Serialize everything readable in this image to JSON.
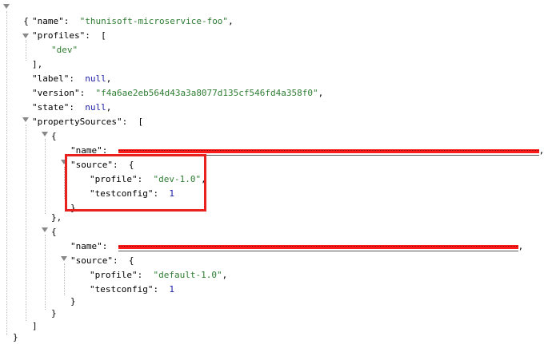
{
  "json": {
    "open_brace": "{",
    "close_brace": "}",
    "name_key": "\"name\"",
    "name_value": "\"thunisoft-microservice-foo\"",
    "profiles_key": "\"profiles\"",
    "profiles_open": "[",
    "profiles_item": "\"dev\"",
    "profiles_close": "],",
    "label_key": "\"label\"",
    "label_value": "null",
    "version_key": "\"version\"",
    "version_value": "\"f4a6ae2eb564d43a3a8077d135cf546fd4a358f0\"",
    "state_key": "\"state\"",
    "state_value": "null",
    "propertySources_key": "\"propertySources\"",
    "propertySources_open": "[",
    "propertySources_close": "]",
    "sources": [
      {
        "open": "{",
        "close": "},",
        "name_key": "\"name\"",
        "source_key": "\"source\"",
        "source_open": "{",
        "source_close": "}",
        "profile_key": "\"profile\"",
        "profile_value": "\"dev-1.0\"",
        "testconfig_key": "\"testconfig\"",
        "testconfig_value": "1"
      },
      {
        "open": "{",
        "close": "}",
        "name_key": "\"name\"",
        "source_key": "\"source\"",
        "source_open": "{",
        "source_close": "}",
        "profile_key": "\"profile\"",
        "profile_value": "\"default-1.0\"",
        "testconfig_key": "\"testconfig\"",
        "testconfig_value": "1"
      }
    ]
  },
  "colors": {
    "key": "#000000",
    "string": "#2e7d32",
    "number": "#1a1aa6",
    "redaction": "#ff1a1a",
    "highlight": "#e8211f"
  }
}
